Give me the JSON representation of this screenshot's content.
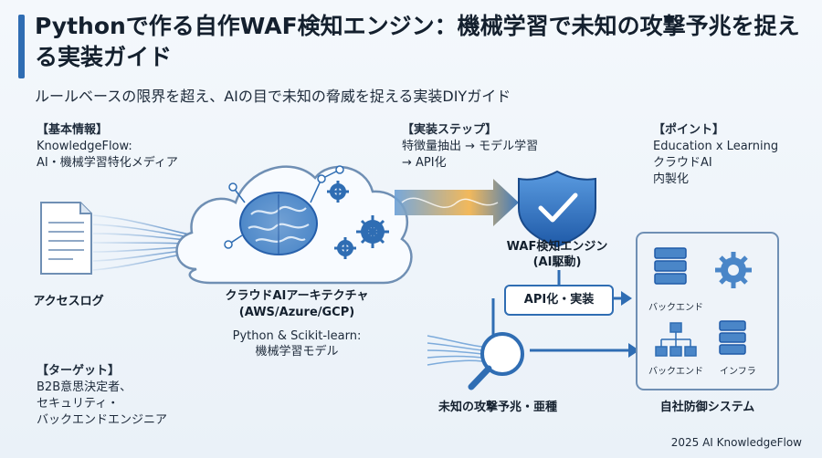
{
  "title": "Pythonで作る自作WAF検知エンジン：機械学習で未知の攻撃予兆を捉える実装ガイド",
  "subtitle": "ルールベースの限界を超え、AIの目で未知の脅威を捉える実装DIYガイド",
  "basic_info": {
    "heading": "【基本情報】",
    "line1": "KnowledgeFlow:",
    "line2": "AI・機械学習特化メディア"
  },
  "steps": {
    "heading": "【実装ステップ】",
    "line1": "特徴量抽出 → モデル学習",
    "line2": "→ API化"
  },
  "points": {
    "heading": "【ポイント】",
    "line1": "Education x Learning",
    "line2": "クラウドAI",
    "line3": "内製化"
  },
  "target": {
    "heading": "【ターゲット】",
    "line1": "B2B意思決定者、",
    "line2": "セキュリティ・",
    "line3": "バックエンドエンジニア"
  },
  "nodes": {
    "access_log": "アクセスログ",
    "cloud_arch_1": "クラウドAIアーキテクチャ",
    "cloud_arch_2": "(AWS/Azure/GCP)",
    "python_1": "Python & Scikit-learn:",
    "python_2": "機械学習モデル",
    "waf_1": "WAF検知エンジン",
    "waf_2": "(AI駆動)",
    "api": "API化・実装",
    "unknown": "未知の攻撃予兆・亜種",
    "defense": "自社防御システム",
    "backend_1": "バックエンド",
    "backend_2": "バックエンド",
    "infra": "インフラ"
  },
  "footer": "2025 AI KnowledgeFlow",
  "colors": {
    "accent": "#2f6db3",
    "dark": "#14202e",
    "panel": "#eef3f9"
  }
}
